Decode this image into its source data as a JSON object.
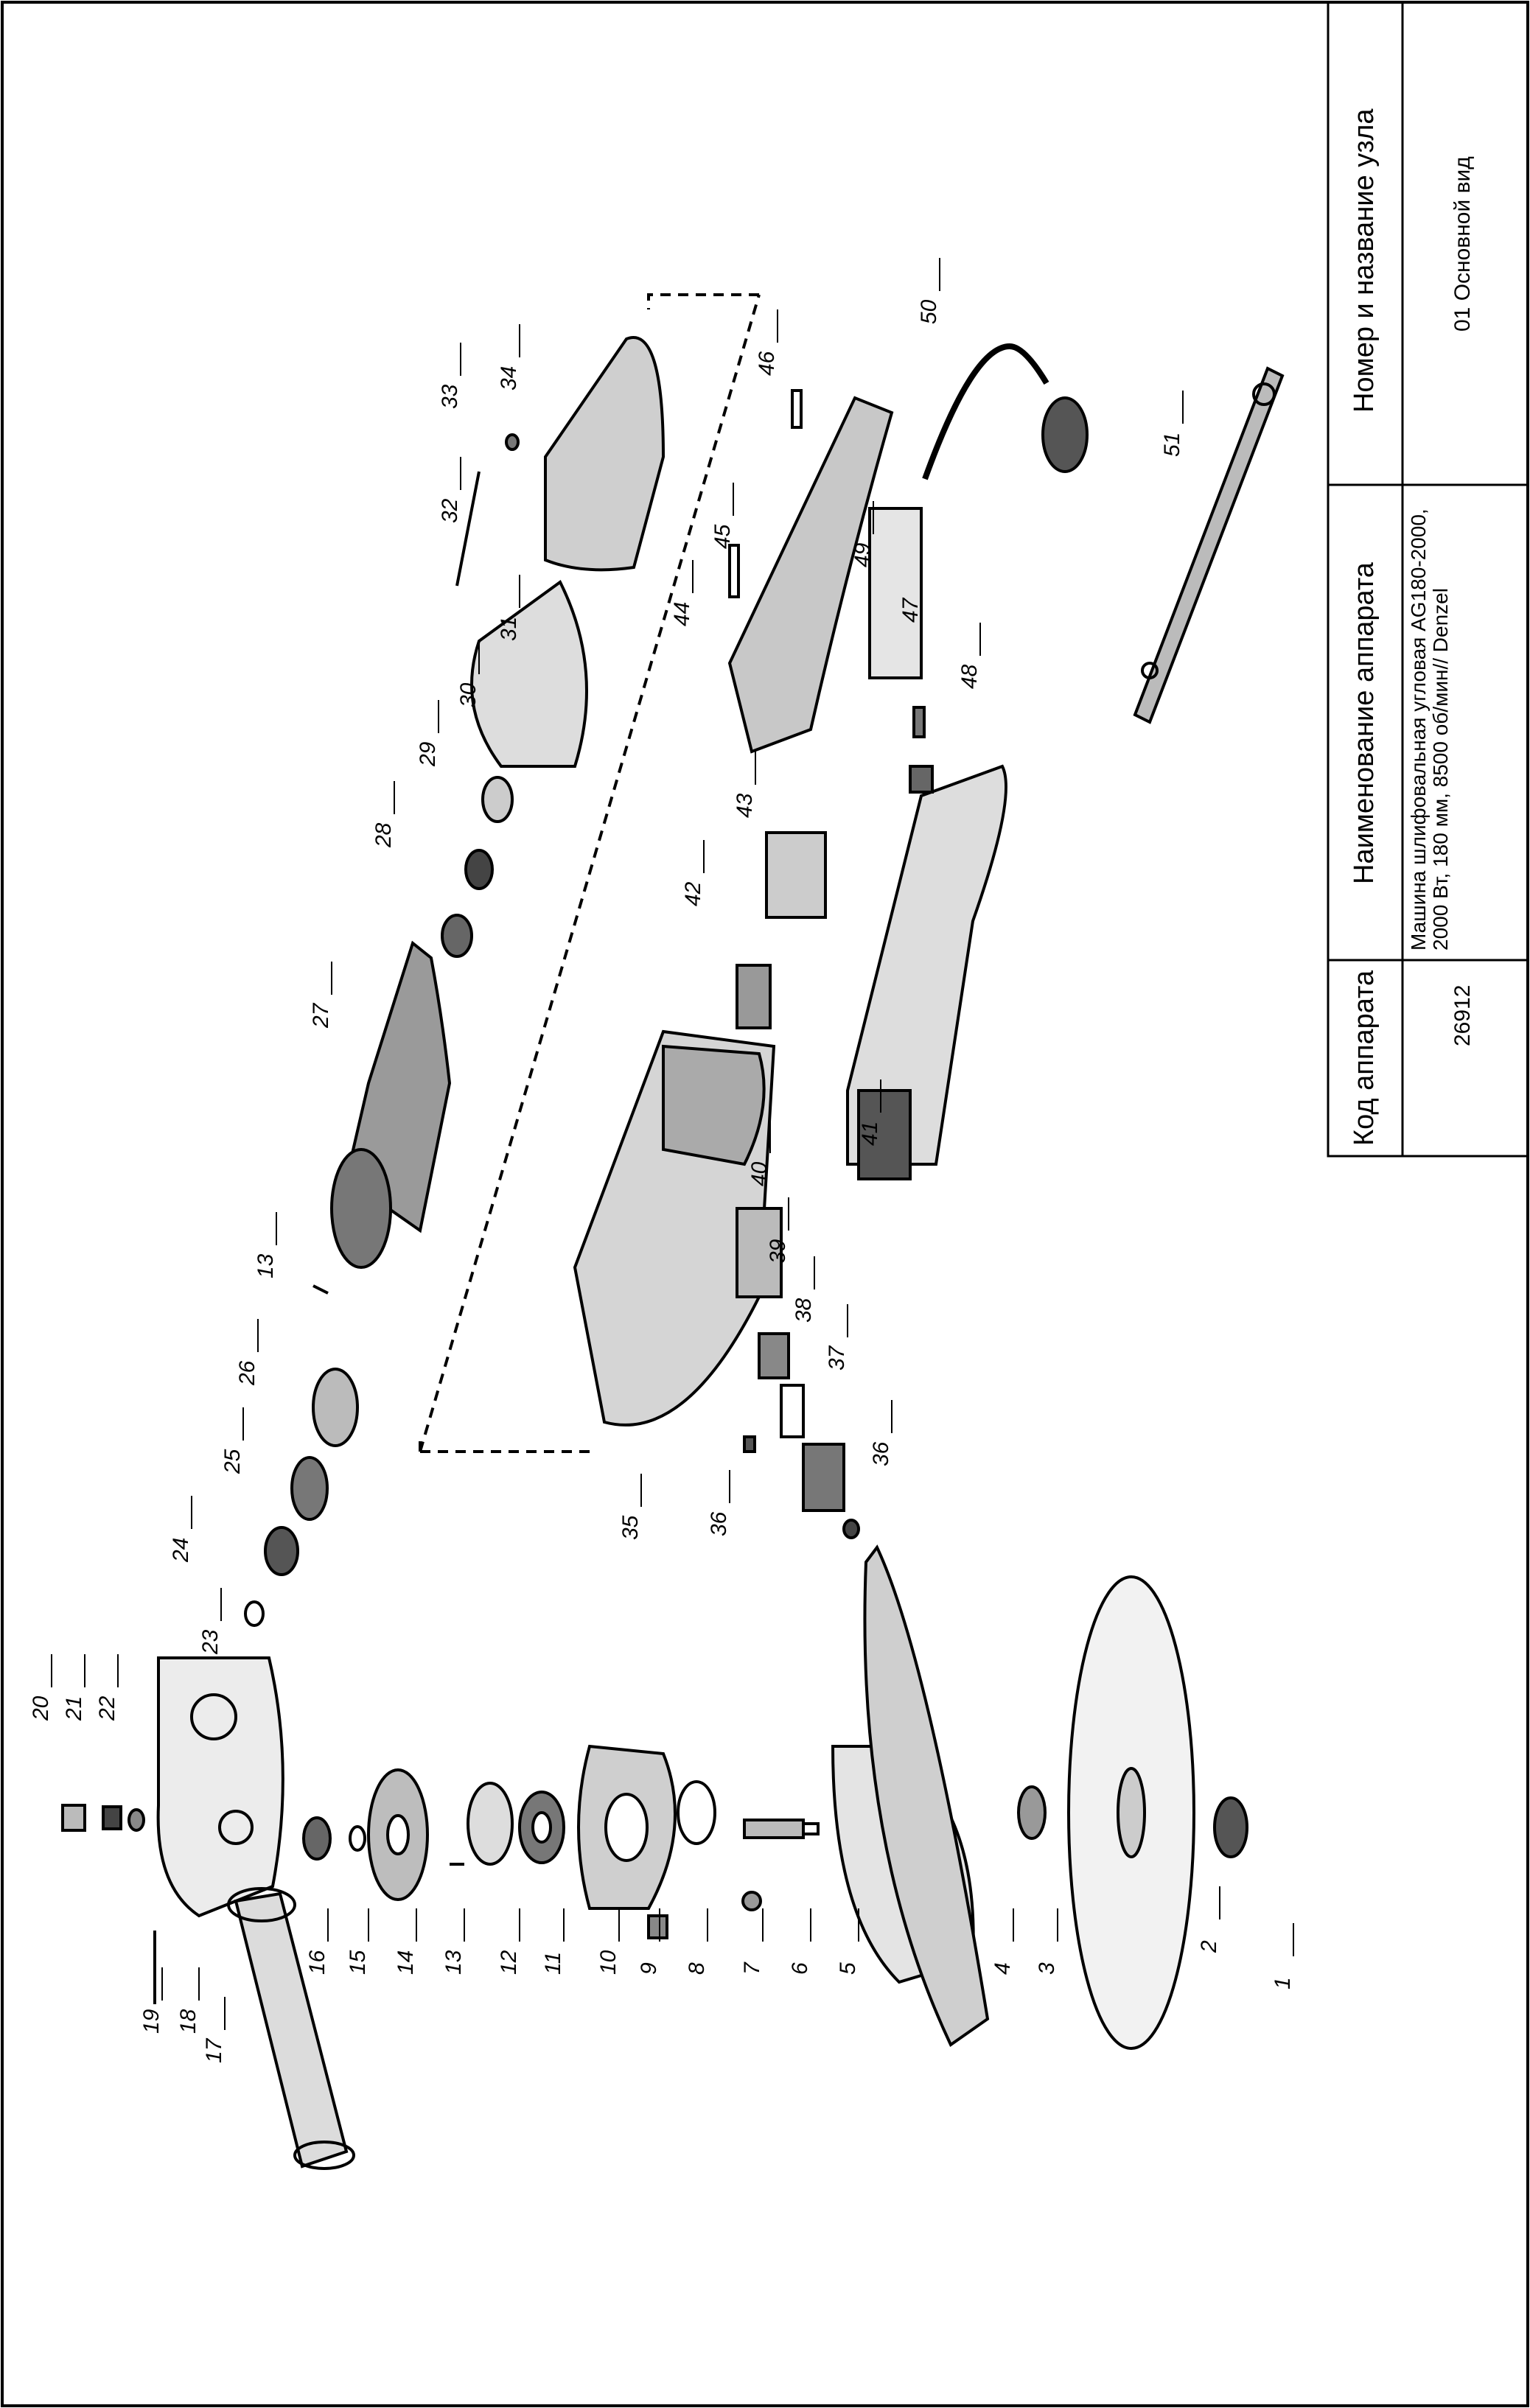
{
  "title_block": {
    "code_header": "Код аппарата",
    "code_value": "26912",
    "name_header": "Наименование аппарата",
    "name_value": "Машина шлифовальная угловая AG180-2000, 2000 Вт, 180 мм, 8500 об/мин// Denzel",
    "node_header": "Номер и название узла",
    "node_value": "01 Основной вид"
  },
  "parts": [
    {
      "id": "p1",
      "label": "1"
    },
    {
      "id": "p2",
      "label": "2"
    },
    {
      "id": "p3",
      "label": "3"
    },
    {
      "id": "p4",
      "label": "4"
    },
    {
      "id": "p5",
      "label": "5"
    },
    {
      "id": "p6",
      "label": "6"
    },
    {
      "id": "p7",
      "label": "7"
    },
    {
      "id": "p8",
      "label": "8"
    },
    {
      "id": "p9",
      "label": "9"
    },
    {
      "id": "p10",
      "label": "10"
    },
    {
      "id": "p11",
      "label": "11"
    },
    {
      "id": "p12",
      "label": "12"
    },
    {
      "id": "p13a",
      "label": "13"
    },
    {
      "id": "p13b",
      "label": "13"
    },
    {
      "id": "p14",
      "label": "14"
    },
    {
      "id": "p15",
      "label": "15"
    },
    {
      "id": "p16",
      "label": "16"
    },
    {
      "id": "p17",
      "label": "17"
    },
    {
      "id": "p18",
      "label": "18"
    },
    {
      "id": "p19",
      "label": "19"
    },
    {
      "id": "p20",
      "label": "20"
    },
    {
      "id": "p21",
      "label": "21"
    },
    {
      "id": "p22",
      "label": "22"
    },
    {
      "id": "p23",
      "label": "23"
    },
    {
      "id": "p24",
      "label": "24"
    },
    {
      "id": "p25",
      "label": "25"
    },
    {
      "id": "p26",
      "label": "26"
    },
    {
      "id": "p27",
      "label": "27"
    },
    {
      "id": "p28",
      "label": "28"
    },
    {
      "id": "p29",
      "label": "29"
    },
    {
      "id": "p30",
      "label": "30"
    },
    {
      "id": "p31",
      "label": "31"
    },
    {
      "id": "p32",
      "label": "32"
    },
    {
      "id": "p33",
      "label": "33"
    },
    {
      "id": "p34",
      "label": "34"
    },
    {
      "id": "p35",
      "label": "35"
    },
    {
      "id": "p36a",
      "label": "36"
    },
    {
      "id": "p36b",
      "label": "36"
    },
    {
      "id": "p37",
      "label": "37"
    },
    {
      "id": "p38",
      "label": "38"
    },
    {
      "id": "p39",
      "label": "39"
    },
    {
      "id": "p40",
      "label": "40"
    },
    {
      "id": "p41",
      "label": "41"
    },
    {
      "id": "p42",
      "label": "42"
    },
    {
      "id": "p43",
      "label": "43"
    },
    {
      "id": "p44",
      "label": "44"
    },
    {
      "id": "p45",
      "label": "45"
    },
    {
      "id": "p46",
      "label": "46"
    },
    {
      "id": "p47",
      "label": "47"
    },
    {
      "id": "p48",
      "label": "48"
    },
    {
      "id": "p49",
      "label": "49"
    },
    {
      "id": "p50",
      "label": "50"
    },
    {
      "id": "p51",
      "label": "51"
    }
  ]
}
